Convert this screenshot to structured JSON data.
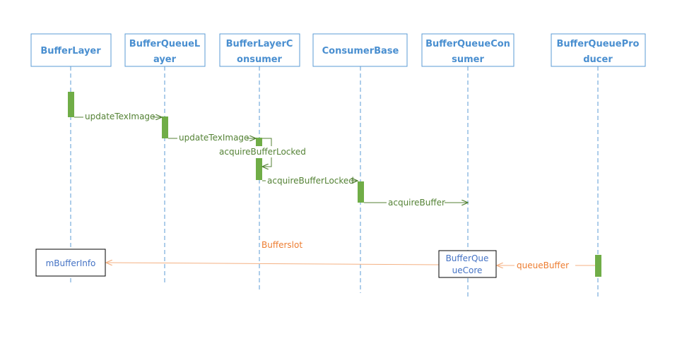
{
  "participants": [
    {
      "id": "bufferlayer",
      "lines": [
        "BufferLayer"
      ]
    },
    {
      "id": "bufferqueuelayer",
      "lines": [
        "BufferQueueL",
        "ayer"
      ]
    },
    {
      "id": "bufferlayerconsumer",
      "lines": [
        "BufferLayerC",
        "onsumer"
      ]
    },
    {
      "id": "consumerbase",
      "lines": [
        "ConsumerBase"
      ]
    },
    {
      "id": "bufferqueueconsumer",
      "lines": [
        "BufferQueueCon",
        "sumer"
      ]
    },
    {
      "id": "bufferqueueproducer",
      "lines": [
        "BufferQueuePro",
        "ducer"
      ]
    }
  ],
  "messages": [
    {
      "label": "updateTexImage"
    },
    {
      "label": "updateTexImage"
    },
    {
      "label": "acquireBufferLocked"
    },
    {
      "label": "acquireBufferLocked"
    },
    {
      "label": "acquireBuffer"
    },
    {
      "label": "queueBuffer"
    }
  ],
  "notes": {
    "buffer_info": "mBufferInfo",
    "buffer_queue_core": [
      "BufferQue",
      "ueCore"
    ],
    "bufferslot": "Bufferslot"
  },
  "colors": {
    "participant": "#5b9bd5",
    "participant_text": "#4a8fd0",
    "lifeline": "#5b9bd5",
    "activation": "#70ad47",
    "green_message": "#548235",
    "orange_message": "#f4b183",
    "orange_text": "#ed7d31",
    "note_border": "#000000",
    "note_text": "#4472c4"
  }
}
